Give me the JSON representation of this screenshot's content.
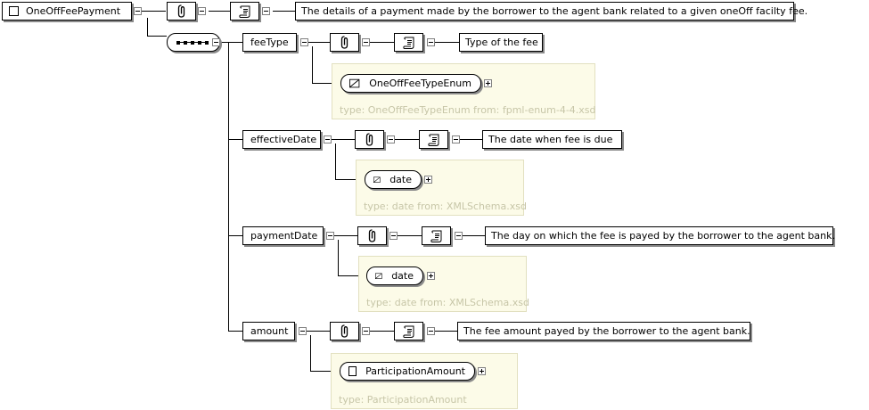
{
  "root": {
    "name": "OneOffFeePayment",
    "doc": "The details of a payment made by the borrower to the agent bank related to a given oneOff facilty fee."
  },
  "children": [
    {
      "name": "feeType",
      "doc": "Type of the fee",
      "type_name": "OneOffFeeTypeEnum",
      "type_kind": "simple",
      "type_info": "type: OneOffFeeTypeEnum from: fpml-enum-4-4.xsd"
    },
    {
      "name": "effectiveDate",
      "doc": "The date when fee is due",
      "type_name": "date",
      "type_kind": "simple",
      "type_info": "type: date from: XMLSchema.xsd"
    },
    {
      "name": "paymentDate",
      "doc": "The day on which the fee is payed by the borrower to the agent bank.",
      "type_name": "date",
      "type_kind": "simple",
      "type_info": "type: date from: XMLSchema.xsd"
    },
    {
      "name": "amount",
      "doc": "The fee amount payed by the borrower to the agent bank.",
      "type_name": "ParticipationAmount",
      "type_kind": "complex",
      "type_info": "type: ParticipationAmount"
    }
  ],
  "icons": {
    "annotation": "annotation-icon",
    "documentation": "documentation-scroll-icon",
    "sequence": "sequence-compositor-icon",
    "simple_type": "simple-type-icon",
    "complex_type": "complex-type-icon",
    "collapse": "collapse-minus-icon",
    "expand": "expand-plus-icon"
  },
  "colors": {
    "type_panel_bg": "#fcfbe8",
    "type_panel_border": "#e2e0c0",
    "type_text": "#c7c6a8",
    "shadow": "#8a8a8a"
  }
}
